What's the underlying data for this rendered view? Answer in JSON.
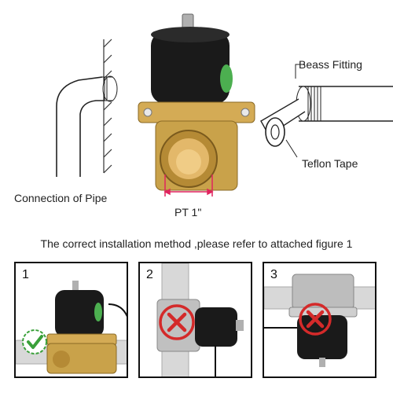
{
  "labels": {
    "fitting": "Beass Fitting",
    "tape": "Teflon Tape",
    "connection": "Connection of Pipe",
    "size": "PT 1\""
  },
  "caption": "The correct installation method ,please refer to attached figure 1",
  "panels": [
    {
      "number": "1",
      "status": "correct",
      "status_icon": "check-icon"
    },
    {
      "number": "2",
      "status": "wrong",
      "status_icon": "cross-icon"
    },
    {
      "number": "3",
      "status": "wrong",
      "status_icon": "cross-icon"
    }
  ],
  "colors": {
    "brass": "#c9a24a",
    "coil": "#1a1a1a",
    "pipe": "#d8d8d8",
    "correct": "#3aa03a",
    "wrong": "#d42a2a",
    "dimension": "#e0245e"
  }
}
